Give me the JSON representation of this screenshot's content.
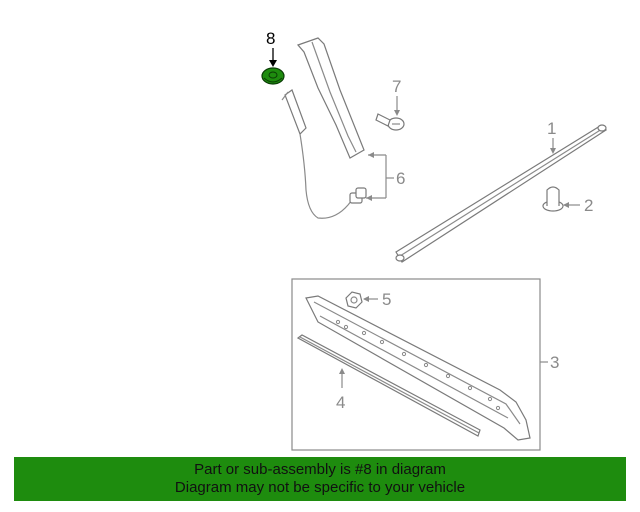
{
  "callouts": {
    "c1": "1",
    "c2": "2",
    "c3": "3",
    "c4": "4",
    "c5": "5",
    "c6": "6",
    "c7": "7",
    "c8": "8"
  },
  "highlight_color": "#1e8c0e",
  "banner": {
    "line1": "Part or sub-assembly is #8 in diagram",
    "line2": "Diagram may not be specific to your vehicle"
  }
}
